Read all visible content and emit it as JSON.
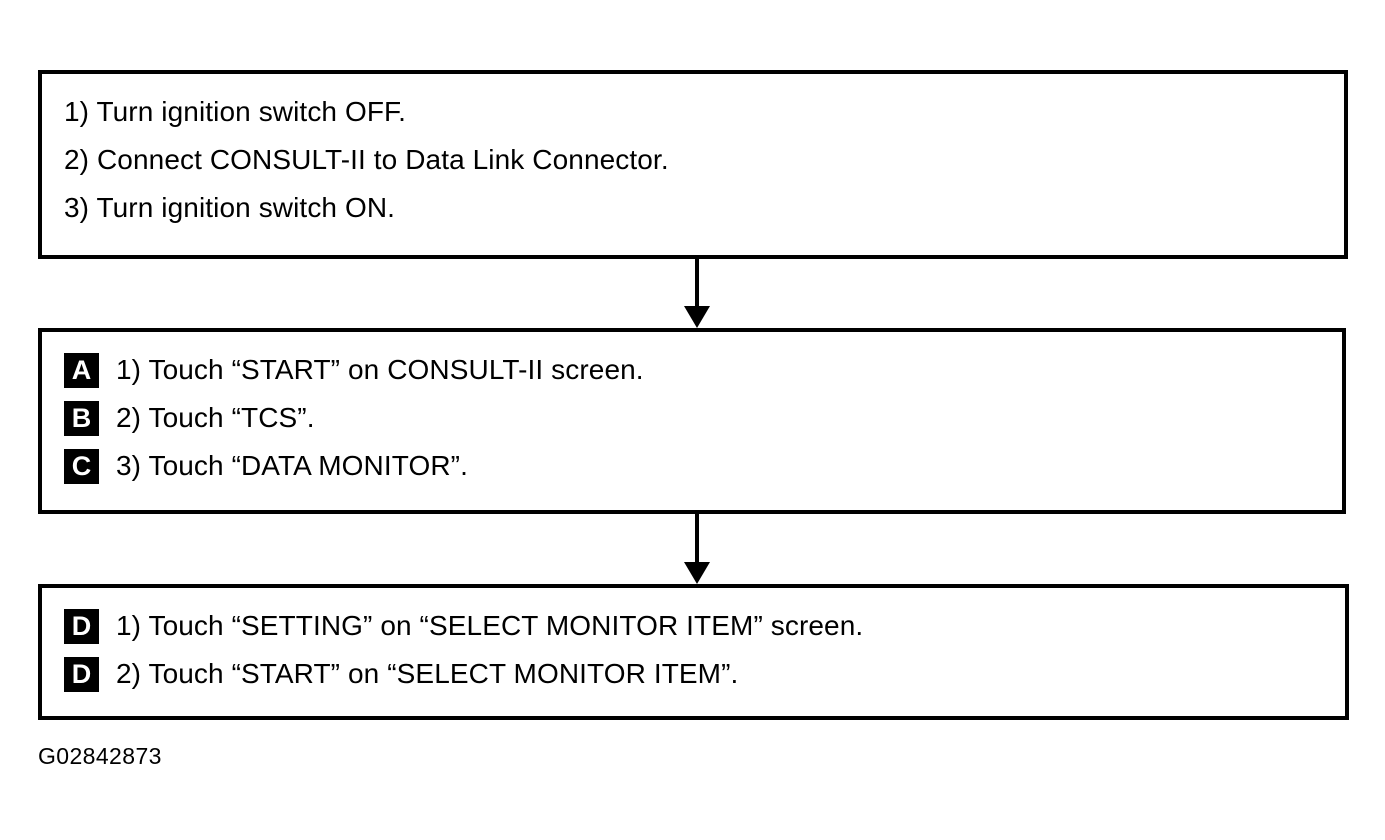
{
  "figure": {
    "caption": "G02842873",
    "background_color": "#ffffff",
    "line_color": "#000000",
    "badge_background": "#000000",
    "badge_text_color": "#ffffff"
  },
  "boxes": [
    {
      "id": "box-1",
      "lines": [
        {
          "badge": "",
          "text": "1) Turn ignition switch OFF."
        },
        {
          "badge": "",
          "text": "2) Connect CONSULT-II to Data Link Connector."
        },
        {
          "badge": "",
          "text": "3) Turn ignition switch ON."
        }
      ]
    },
    {
      "id": "box-2",
      "lines": [
        {
          "badge": "A",
          "text": "1) Touch “START” on CONSULT-II screen."
        },
        {
          "badge": "B",
          "text": "2) Touch “TCS”."
        },
        {
          "badge": "C",
          "text": "3) Touch “DATA MONITOR”."
        }
      ]
    },
    {
      "id": "box-3",
      "lines": [
        {
          "badge": "D",
          "text": "1) Touch “SETTING” on “SELECT MONITOR ITEM” screen."
        },
        {
          "badge": "D",
          "text": "2) Touch “START” on “SELECT MONITOR ITEM”."
        }
      ]
    }
  ],
  "arrows": [
    {
      "id": "arrow-1",
      "direction": "down",
      "from": "box-1",
      "to": "box-2"
    },
    {
      "id": "arrow-2",
      "direction": "down",
      "from": "box-2",
      "to": "box-3"
    }
  ]
}
